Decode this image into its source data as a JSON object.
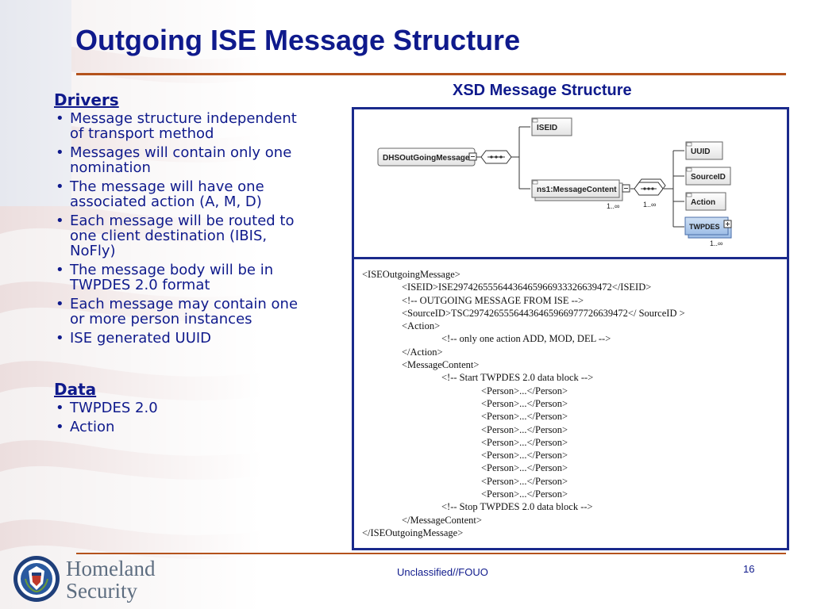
{
  "slide": {
    "title": "Outgoing ISE Message Structure",
    "footer": "Unclassified//FOUO",
    "page_number": "16"
  },
  "drivers": {
    "heading": "Drivers",
    "items": [
      "Message structure independent of transport method",
      "Messages will contain only one nomination",
      "The message will have one associated action (A, M, D)",
      "Each message will be routed to one client destination (IBIS, NoFly)",
      "The message body will be in TWPDES 2.0 format",
      "Each message may contain one or more person instances",
      "ISE generated UUID"
    ]
  },
  "data_section": {
    "heading": "Data",
    "items": [
      "TWPDES 2.0",
      "Action"
    ]
  },
  "xsd": {
    "title": "XSD Message Structure",
    "nodes": {
      "root": "DHSOutGoingMessage",
      "iseid": "ISEID",
      "content": "ns1:MessageContent",
      "uuid": "UUID",
      "sourceid": "SourceID",
      "action": "Action",
      "twpdes": "TWPDES"
    },
    "cardinality": {
      "content": "1..∞",
      "sequence": "1..∞",
      "twpdes": "1..∞"
    }
  },
  "xml_lines": [
    "<ISEOutgoingMessage>",
    "<ISEID>ISE29742655564436465966933326639472</ISEID>",
    "<!-- OUTGOING MESSAGE FROM ISE -->",
    "<SourceID>TSC29742655564436465966977726639472</ SourceID >",
    "<Action>",
    "<!-- only one action ADD, MOD, DEL -->",
    "</Action>",
    "<MessageContent>",
    "<!-- Start TWPDES 2.0 data block -->",
    "<Person>...</Person>",
    "<Person>...</Person>",
    "<Person>...</Person>",
    "<Person>...</Person>",
    "<Person>...</Person>",
    "<Person>...</Person>",
    "<Person>...</Person>",
    "<Person>...</Person>",
    "<Person>...</Person>",
    "<!-- Stop TWPDES 2.0 data block -->",
    "</MessageContent>",
    "</ISEOutgoingMessage>"
  ],
  "brand": {
    "line1": "Homeland",
    "line2": "Security"
  },
  "colors": {
    "title": "#0f1a8c",
    "rule": "#b4521c",
    "box_border": "#1a2a8c"
  }
}
